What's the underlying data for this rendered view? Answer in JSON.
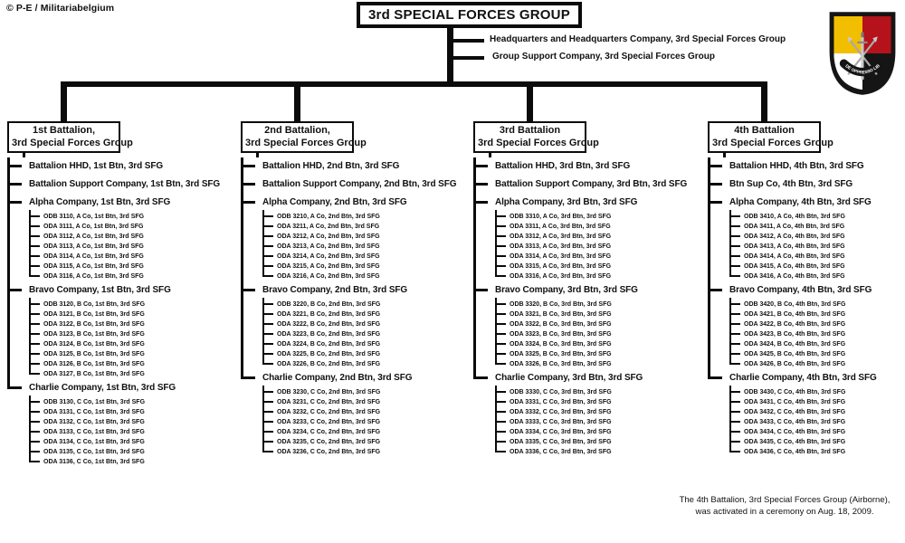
{
  "meta": {
    "copyright": "© P-E / Militariabelgium",
    "footnote_line1": "The 4th Battalion, 3rd Special Forces Group (Airborne),",
    "footnote_line2": "was activated in a ceremony on Aug. 18, 2009."
  },
  "root": {
    "title": "3rd SPECIAL FORCES GROUP",
    "direct_units": {
      "hhc": "Headquarters and Headquarters Company,  3rd Special Forces Group",
      "gsc": "Group Support Company,  3rd Special Forces Group"
    }
  },
  "insignia": {
    "description": "3rd Special Forces Group beret flash with Special Forces crest",
    "motto": "DE OPPRESSO LIBER",
    "colors": {
      "yellow": "#F2BE00",
      "red": "#B5121B",
      "white": "#FFFFFF",
      "black": "#151515",
      "silver": "#A9A9A9"
    }
  },
  "line_color": "#0b0b0b",
  "battalions": [
    {
      "name_line1": "1st Battalion,",
      "name_line2": "3rd Special Forces Group",
      "units": [
        {
          "label": "Battalion HHD,  1st Btn, 3rd SFG"
        },
        {
          "label": "Battalion  Support Company, 1st Btn,  3rd SFG"
        },
        {
          "label": "Alpha Company, 1st Btn,  3rd SFG",
          "teams": [
            "ODB 3110, A Co, 1st Btn,  3rd SFG",
            "ODA 3111, A Co, 1st Btn,  3rd SFG",
            "ODA 3112, A Co, 1st Btn,  3rd SFG",
            "ODA 3113, A Co, 1st Btn,  3rd SFG",
            "ODA 3114, A Co, 1st Btn,  3rd SFG",
            "ODA 3115, A Co, 1st Btn,  3rd SFG",
            "ODA 3116, A Co, 1st Btn,  3rd SFG"
          ]
        },
        {
          "label": "Bravo Company, 1st Btn,  3rd SFG",
          "teams": [
            "ODB 3120, B Co, 1st Btn,  3rd SFG",
            "ODA 3121, B Co, 1st Btn,  3rd SFG",
            "ODA 3122, B Co, 1st Btn,  3rd SFG",
            "ODA 3123, B Co, 1st Btn,  3rd SFG",
            "ODA 3124, B Co, 1st Btn,  3rd SFG",
            "ODA 3125, B Co, 1st Btn,  3rd SFG",
            "ODA 3126, B Co, 1st Btn,  3rd SFG",
            "ODA 3127, B Co, 1st Btn,  3rd SFG"
          ]
        },
        {
          "label": "Charlie Company, 1st Btn,  3rd SFG",
          "teams": [
            "ODB 3130, C Co, 1st Btn,  3rd SFG",
            "ODA 3131, C Co, 1st Btn,  3rd SFG",
            "ODA 3132, C Co, 1st Btn,  3rd SFG",
            "ODA 3133, C Co, 1st Btn,  3rd SFG",
            "ODA 3134, C Co, 1st Btn,  3rd SFG",
            "ODA 3135, C Co, 1st Btn,  3rd SFG",
            "ODA 3136, C Co, 1st Btn,  3rd SFG"
          ]
        }
      ]
    },
    {
      "name_line1": "2nd Battalion,",
      "name_line2": "3rd Special Forces Group",
      "units": [
        {
          "label": "Battalion HHD,  2nd Btn, 3rd SFG"
        },
        {
          "label": "Battalion  Support Company, 2nd Btn,  3rd SFG"
        },
        {
          "label": "Alpha Company, 2nd Btn,  3rd SFG",
          "teams": [
            "ODB 3210, A Co, 2nd Btn,  3rd SFG",
            "ODA 3211, A Co, 2nd Btn,  3rd SFG",
            "ODA 3212, A Co, 2nd Btn,  3rd SFG",
            "ODA 3213, A Co, 2nd Btn,  3rd SFG",
            "ODA 3214, A Co, 2nd Btn,  3rd SFG",
            "ODA 3215, A Co, 2nd Btn,  3rd SFG",
            "ODA 3216, A Co, 2nd Btn,  3rd SFG"
          ]
        },
        {
          "label": "Bravo Company, 2nd Btn,  3rd SFG",
          "teams": [
            "ODB 3220, B Co, 2nd Btn,  3rd SFG",
            "ODA 3221, B Co, 2nd Btn,  3rd SFG",
            "ODA 3222, B Co, 2nd Btn,  3rd SFG",
            "ODA 3223, B Co, 2nd Btn,  3rd SFG",
            "ODA 3224, B Co, 2nd Btn,  3rd SFG",
            "ODA 3225, B Co, 2nd Btn,  3rd SFG",
            "ODA 3226, B Co, 2nd Btn,  3rd SFG"
          ]
        },
        {
          "label": "Charlie Company, 2nd Btn, 3rd SFG",
          "teams": [
            "ODB 3230, C Co, 2nd Btn,  3rd SFG",
            "ODA 3231, C Co, 2nd Btn,  3rd SFG",
            "ODA 3232, C Co, 2nd Btn,  3rd SFG",
            "ODA 3233, C Co, 2nd Btn,  3rd SFG",
            "ODA 3234, C Co, 2nd Btn,  3rd SFG",
            "ODA 3235, C Co, 2nd Btn,  3rd SFG",
            "ODA 3236, C Co, 2nd Btn,  3rd SFG"
          ]
        }
      ]
    },
    {
      "name_line1": "3rd Battalion",
      "name_line2": "3rd Special Forces Group",
      "units": [
        {
          "label": "Battalion HHD,  3rd Btn, 3rd SFG"
        },
        {
          "label": "Battalion  Support Company, 3rd Btn,  3rd SFG"
        },
        {
          "label": "Alpha Company, 3rd Btn,  3rd SFG",
          "teams": [
            "ODB 3310, A Co, 3rd Btn,  3rd SFG",
            "ODA 3311, A Co, 3rd Btn,  3rd SFG",
            "ODA 3312, A Co, 3rd Btn,  3rd SFG",
            "ODA 3313, A Co, 3rd Btn,  3rd SFG",
            "ODA 3314, A Co, 3rd Btn,  3rd SFG",
            "ODA 3315, A Co, 3rd Btn,  3rd SFG",
            "ODA 3316, A Co, 3rd Btn,  3rd SFG"
          ]
        },
        {
          "label": "Bravo Company, 3rd Btn,  3rd SFG",
          "teams": [
            "ODB 3320, B Co, 3rd Btn,  3rd SFG",
            "ODA 3321, B Co, 3rd Btn,  3rd SFG",
            "ODA 3322, B Co, 3rd Btn,  3rd SFG",
            "ODA 3323, B Co, 3rd Btn,  3rd SFG",
            "ODA 3324, B Co, 3rd Btn,  3rd SFG",
            "ODA 3325, B Co, 3rd Btn,  3rd SFG",
            "ODA 3326, B Co, 3rd Btn,  3rd SFG"
          ]
        },
        {
          "label": "Charlie Company, 3rd Btn,  3rd SFG",
          "teams": [
            "ODB 3330, C Co, 3rd Btn,  3rd SFG",
            "ODA 3331, C Co, 3rd Btn,  3rd SFG",
            "ODA 3332, C Co, 3rd Btn,  3rd SFG",
            "ODA 3333, C Co, 3rd Btn,  3rd SFG",
            "ODA 3334, C Co, 3rd Btn,  3rd SFG",
            "ODA 3335, C Co, 3rd Btn,  3rd SFG",
            "ODA 3336, C Co, 3rd Btn,  3rd SFG"
          ]
        }
      ]
    },
    {
      "name_line1": "4th Battalion",
      "name_line2": "3rd Special Forces Group",
      "units": [
        {
          "label": "Battalion HHD,  4th Btn, 3rd SFG"
        },
        {
          "label": "Btn  Sup Co, 4th Btn,  3rd SFG"
        },
        {
          "label": "Alpha Company, 4th Btn,  3rd SFG",
          "teams": [
            "ODB 3410, A Co, 4th Btn,  3rd SFG",
            "ODA 3411, A Co, 4th Btn,  3rd SFG",
            "ODA 3412, A Co, 4th Btn,  3rd SFG",
            "ODA 3413, A Co, 4th Btn,  3rd SFG",
            "ODA 3414, A Co, 4th Btn,  3rd SFG",
            "ODA 3415, A Co, 4th Btn,  3rd SFG",
            "ODA 3416, A Co, 4th Btn,  3rd SFG"
          ]
        },
        {
          "label": "Bravo Company, 4th Btn,  3rd SFG",
          "teams": [
            "ODB 3420, B Co, 4th Btn,  3rd SFG",
            "ODA 3421, B Co, 4th Btn,  3rd SFG",
            "ODA 3422, B Co, 4th Btn,  3rd SFG",
            "ODA 3423, B Co, 4th Btn,  3rd SFG",
            "ODA 3424, B Co, 4th Btn,  3rd SFG",
            "ODA 3425, B Co, 4th Btn,  3rd SFG",
            "ODA 3426, B Co, 4th Btn,  3rd SFG"
          ]
        },
        {
          "label": "Charlie Company, 4th Btn,  3rd SFG",
          "teams": [
            "ODB 3430, C Co, 4th Btn,  3rd SFG",
            "ODA 3431, C Co, 4th Btn,  3rd SFG",
            "ODA 3432, C Co, 4th Btn,  3rd SFG",
            "ODA 3433, C Co, 4th Btn,  3rd SFG",
            "ODA 3434, C Co, 4th Btn,  3rd SFG",
            "ODA 3435, C Co, 4th Btn,  3rd SFG",
            "ODA 3436, C Co, 4th Btn,  3rd SFG"
          ]
        }
      ]
    }
  ]
}
